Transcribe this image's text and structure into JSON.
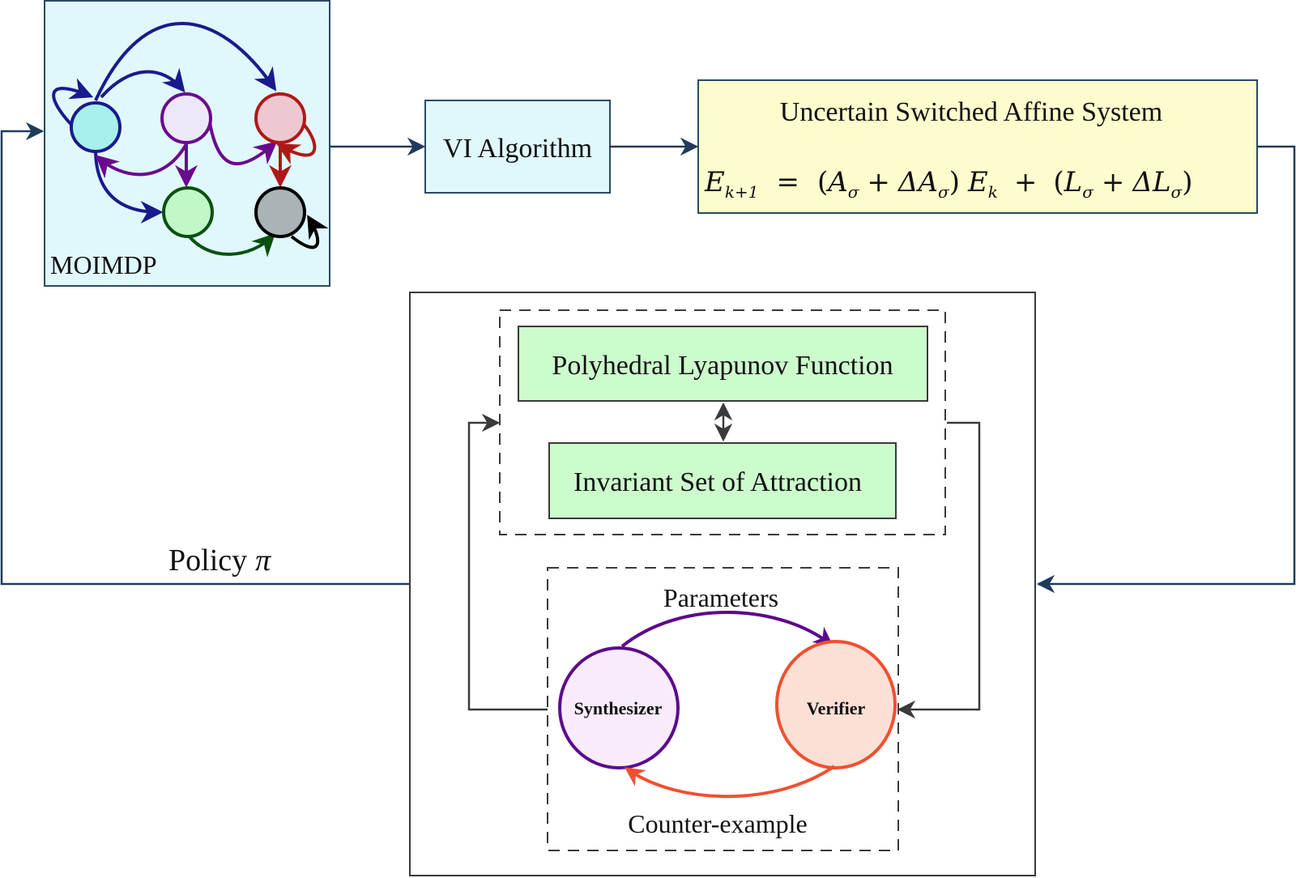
{
  "mdp_block": {
    "label": "MOIMDP",
    "fill": "#e0f8fc",
    "nodes": [
      {
        "id": "s0",
        "fill": "#a8f0ee",
        "stroke": "#1a1a8c"
      },
      {
        "id": "s1",
        "fill": "#ece8fa",
        "stroke": "#6a0a8c"
      },
      {
        "id": "s2",
        "fill": "#eec8d0",
        "stroke": "#b01818"
      },
      {
        "id": "s3",
        "fill": "#c0f8c8",
        "stroke": "#0c5010"
      },
      {
        "id": "s4",
        "fill": "#a8b4b6",
        "stroke": "#000000"
      }
    ]
  },
  "vi_block": {
    "label": "VI Algorithm",
    "fill": "#e0f8fc"
  },
  "system_block": {
    "title": "Uncertain Switched Affine System",
    "equation": {
      "lhs": "E",
      "lhs_sub": "k+1",
      "eq": "=",
      "open1": "(",
      "a": "A",
      "a_sub": "σ",
      "plus1": "+",
      "delta_a": "ΔA",
      "delta_a_sub": "σ",
      "close1": ")",
      "ek": "E",
      "ek_sub": "k",
      "plus2": "+",
      "open2": "(",
      "l": "L",
      "l_sub": "σ",
      "plus3": "+",
      "delta_l": "ΔL",
      "delta_l_sub": "σ",
      "close2": ")"
    },
    "fill": "#fcfccc"
  },
  "lyapunov_block": {
    "label": "Polyhedral Lyapunov Function",
    "fill": "#ccfccc"
  },
  "invariant_block": {
    "label": "Invariant Set of Attraction",
    "fill": "#ccfccc"
  },
  "cegis_loop": {
    "synthesizer": {
      "label": "Synthesizer",
      "fill": "#f8ecfc",
      "stroke": "#5c0a8c"
    },
    "verifier": {
      "label": "Verifier",
      "fill": "#fce0d6",
      "stroke": "#f05030"
    },
    "top_edge_label": "Parameters",
    "bottom_edge_label": "Counter-example"
  },
  "feedback": {
    "label": "Policy",
    "symbol": "π"
  },
  "colors": {
    "connector": "#1e3c5a",
    "inner_connector": "#3a3a3a",
    "box_border": "#2a4a64"
  }
}
